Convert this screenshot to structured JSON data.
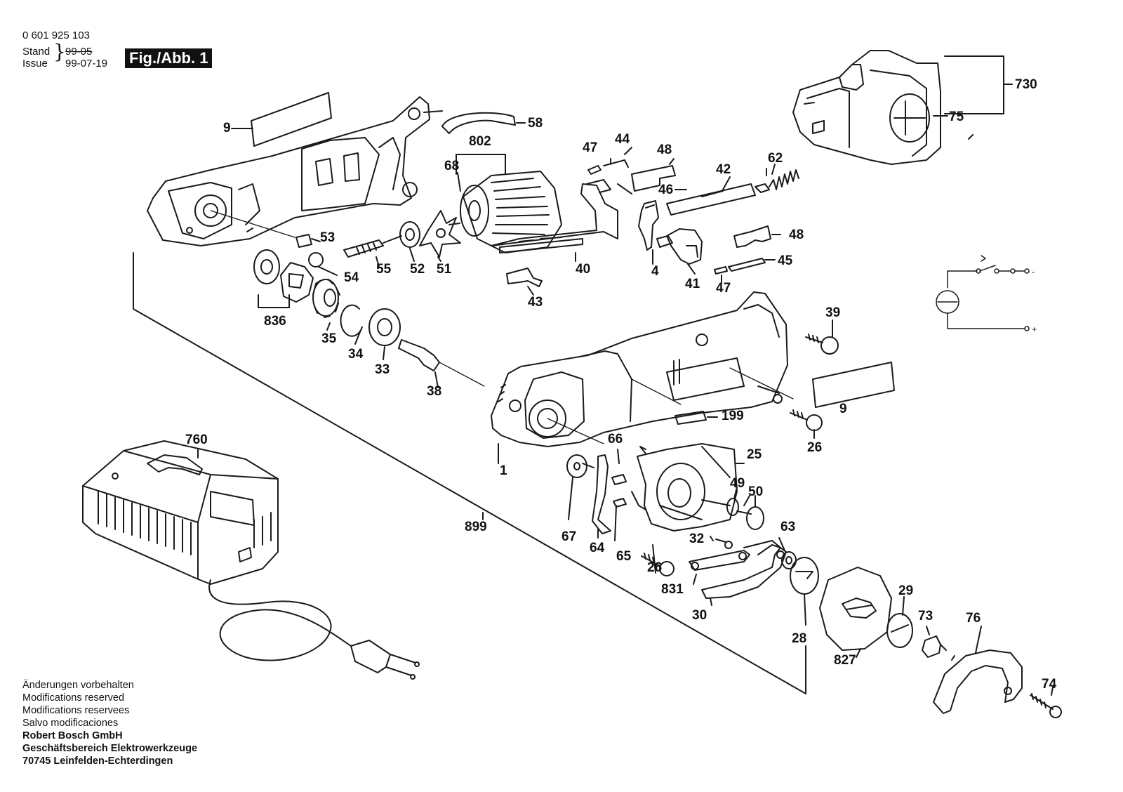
{
  "header": {
    "doc_number": "0 601 925 103",
    "stand_label": "Stand",
    "issue_label": "Issue",
    "stand_value_struck": "99-05",
    "issue_value": "99-07-19",
    "fig_label": "Fig./Abb. 1"
  },
  "footer": {
    "line1": "Änderungen vorbehalten",
    "line2": "Modifications reserved",
    "line3": "Modifications reservees",
    "line4": "Salvo modificaciones",
    "company": "Robert Bosch GmbH",
    "division": "Geschäftsbereich Elektrowerkzeuge",
    "address": "70745 Leinfelden-Echterdingen"
  },
  "circuit": {
    "minus": "-",
    "plus": "+"
  },
  "part_labels": [
    "9",
    "58",
    "802",
    "68",
    "47",
    "44",
    "48",
    "46",
    "42",
    "62",
    "730",
    "75",
    "53",
    "54",
    "55",
    "52",
    "51",
    "40",
    "4",
    "41",
    "48",
    "45",
    "47",
    "43",
    "836",
    "35",
    "34",
    "33",
    "38",
    "39",
    "199",
    "9",
    "26",
    "1",
    "66",
    "25",
    "49",
    "50",
    "760",
    "899",
    "67",
    "64",
    "65",
    "32",
    "63",
    "26",
    "831",
    "30",
    "28",
    "29",
    "73",
    "827",
    "76",
    "74"
  ]
}
